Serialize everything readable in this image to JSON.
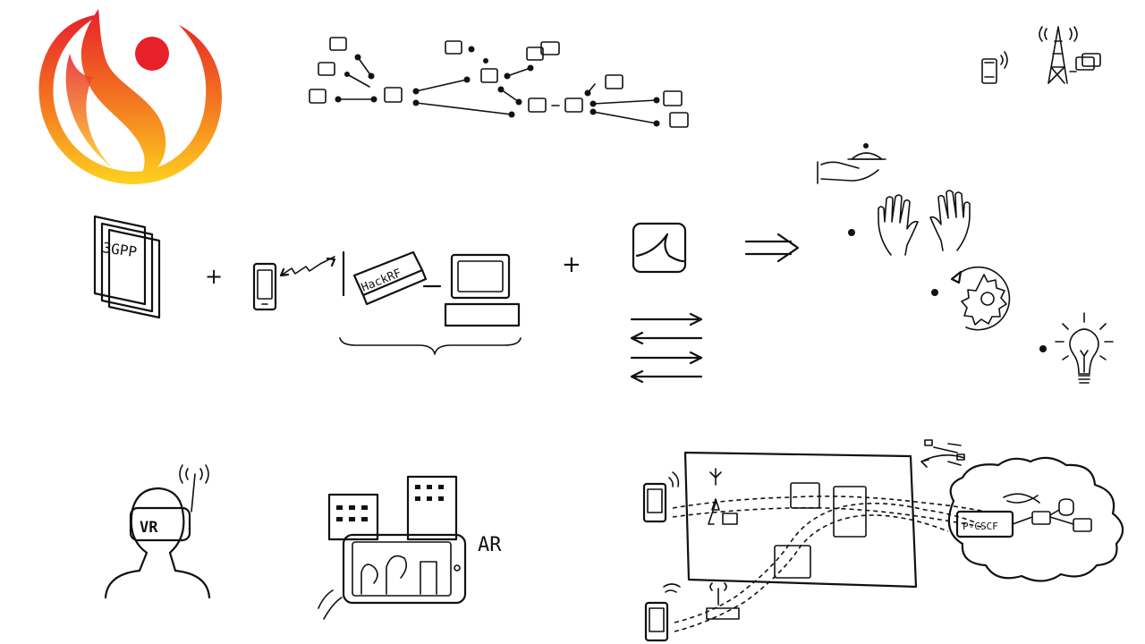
{
  "labels": {
    "docs": "3GPP",
    "sdr": "HackRF",
    "vr": "VR",
    "ar": "AR",
    "ims": "P-CSCF"
  },
  "colors": {
    "logo_red": "#e8202a",
    "logo_orange": "#f47b20",
    "logo_yellow": "#ffd21f",
    "ink": "#111111"
  },
  "icons": {
    "logo": "flame-ring-logo",
    "network": "node-graph-icon",
    "phone": "mobile-phone-icon",
    "tower": "cell-tower-icon",
    "serving_hand": "hand-holding-bell-icon",
    "hands": "raised-hands-icon",
    "gear": "gear-cycle-icon",
    "bulb": "lightbulb-icon",
    "docs": "document-stack-icon",
    "sdr": "sdr-device-icon",
    "computer": "computer-icon",
    "wireshark": "shark-fin-app-icon",
    "arrows": "bidirectional-arrows-icon",
    "vr": "vr-headset-icon",
    "ar": "ar-city-icon",
    "ims": "ims-network-icon"
  }
}
